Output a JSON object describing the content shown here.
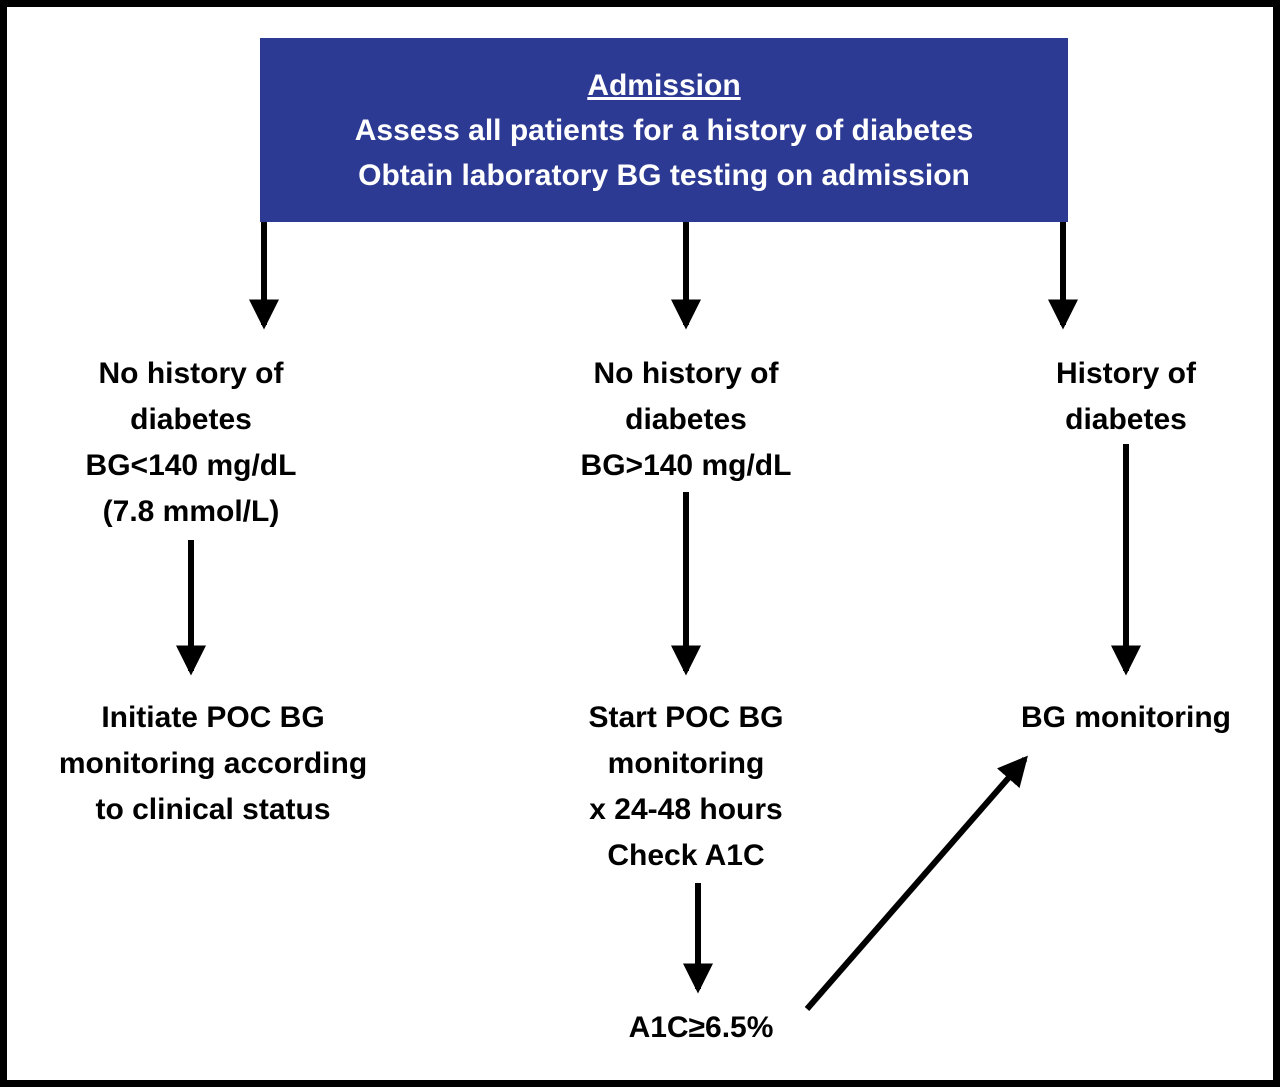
{
  "diagram_title": "Admission blood glucose monitoring flowchart",
  "colors": {
    "header_bg": "#2d3a94",
    "header_text": "#ffffff",
    "body_text": "#000000",
    "border": "#000000",
    "background": "#ffffff"
  },
  "header": {
    "title": "Admission",
    "line1": "Assess all patients for a history of diabetes",
    "line2": "Obtain laboratory BG testing on admission"
  },
  "branches": {
    "left": {
      "condition": "No history of\ndiabetes\nBG<140 mg/dL\n(7.8 mmol/L)",
      "action": "Initiate POC BG\nmonitoring according\nto clinical status"
    },
    "middle": {
      "condition": "No history of\ndiabetes\nBG>140 mg/dL",
      "action": "Start POC BG\nmonitoring\nx 24-48 hours\nCheck A1C",
      "result": "A1C≥6.5%"
    },
    "right": {
      "condition": "History of\ndiabetes",
      "action": "BG monitoring"
    }
  }
}
